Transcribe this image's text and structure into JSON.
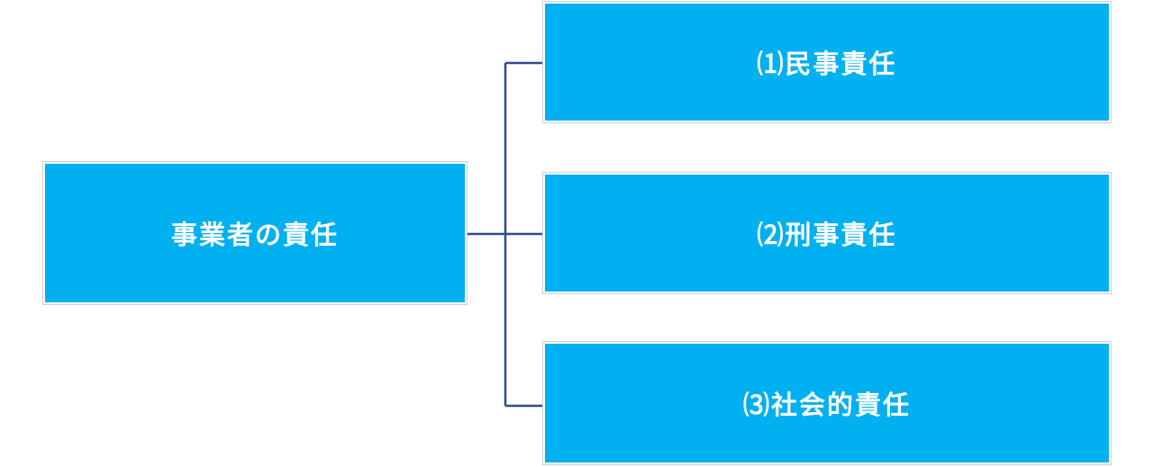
{
  "root": {
    "label": "事業者の責任"
  },
  "children": [
    {
      "label": "⑴民事責任"
    },
    {
      "label": "⑵刑事責任"
    },
    {
      "label": "⑶社会的責任"
    }
  ],
  "colors": {
    "node_fill": "#00b0f0",
    "node_text": "#ffffff",
    "connector": "#2f4a8a"
  }
}
